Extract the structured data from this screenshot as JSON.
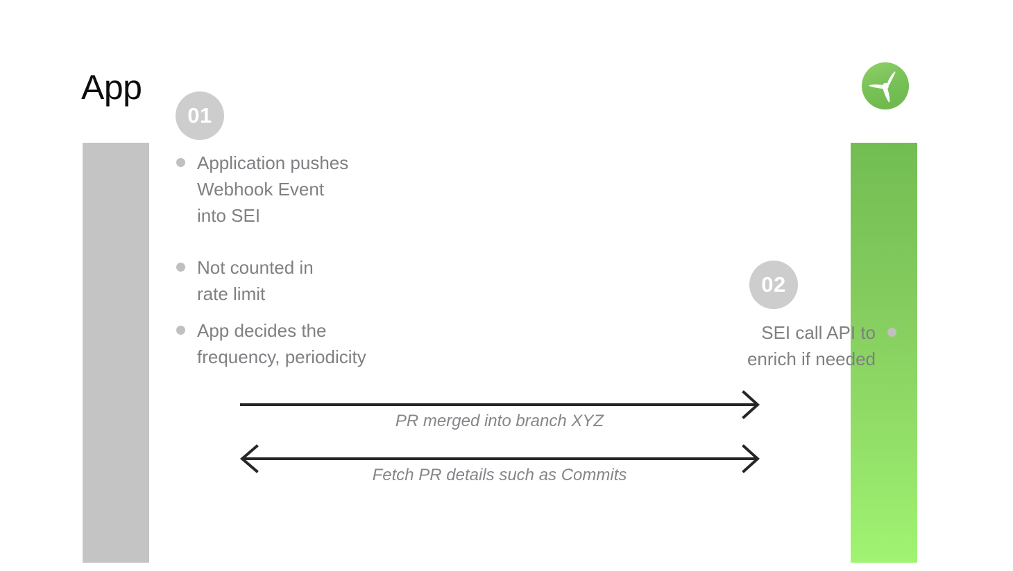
{
  "slide": {
    "title": "App",
    "background_color": "#ffffff"
  },
  "brand": {
    "logo_icon": "propeller-logo-icon",
    "logo_circle_color": "#7ac35a",
    "logo_blade_color": "#ffffff"
  },
  "lanes": [
    {
      "id": "app-lane",
      "side": "left",
      "color": "#c4c4c4",
      "label": "App"
    },
    {
      "id": "sei-lane",
      "side": "right",
      "gradient_from": "#72bd52",
      "gradient_to": "#a0f472"
    }
  ],
  "steps": [
    {
      "badge": "01",
      "side": "left",
      "bullets": [
        "Application pushes\nWebhook Event\ninto SEI",
        "Not counted in\nrate limit",
        "App decides the\nfrequency, periodicity"
      ]
    },
    {
      "badge": "02",
      "side": "right",
      "bullets": [
        "SEI call API to\nenrich if needed"
      ]
    }
  ],
  "messages": [
    {
      "label": "PR merged into branch XYZ",
      "direction": "right",
      "arrowhead_start": false,
      "arrowhead_end": true
    },
    {
      "label": "Fetch PR details such as Commits",
      "direction": "both",
      "arrowhead_start": true,
      "arrowhead_end": true
    }
  ],
  "colors": {
    "text_gray": "#7f8083",
    "label_gray": "#84868a",
    "badge_gray": "#cdcdcd",
    "bullet_gray": "#c0c0c0",
    "arrow_black": "#262626",
    "title_black": "#0d0d0d"
  }
}
